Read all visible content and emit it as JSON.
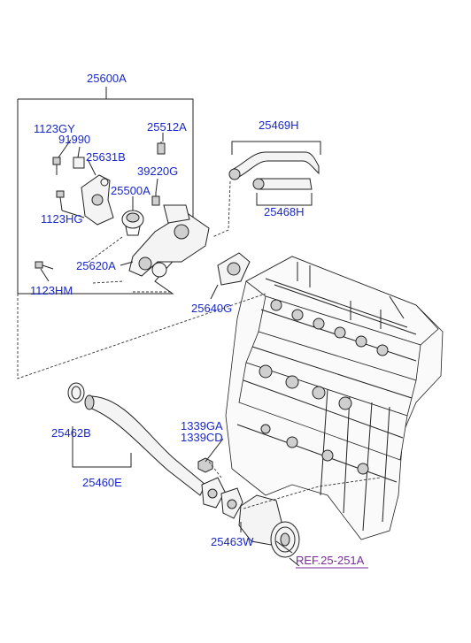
{
  "labels": {
    "assembly": "25600A",
    "bolt_1123GY": "1123GY",
    "clip_91990": "91990",
    "housing_25631B": "25631B",
    "sensor_25512A": "25512A",
    "sensor_39220G": "39220G",
    "thermostat_25500A": "25500A",
    "bolt_1123HG": "1123HG",
    "fitting_25620A": "25620A",
    "bolt_1123HM": "1123HM",
    "hose_25469H": "25469H",
    "hose_25468H": "25468H",
    "gasket_25640G": "25640G",
    "oring_25462B": "25462B",
    "pipe_25460E": "25460E",
    "nut_1339GA": "1339GA",
    "bolt_1339CD": "1339CD",
    "gasket_25463W": "25463W",
    "reference": "REF.25-251A"
  },
  "colors": {
    "label": "#1a28c8",
    "reference": "#7a2a9a",
    "line": "#222222"
  }
}
